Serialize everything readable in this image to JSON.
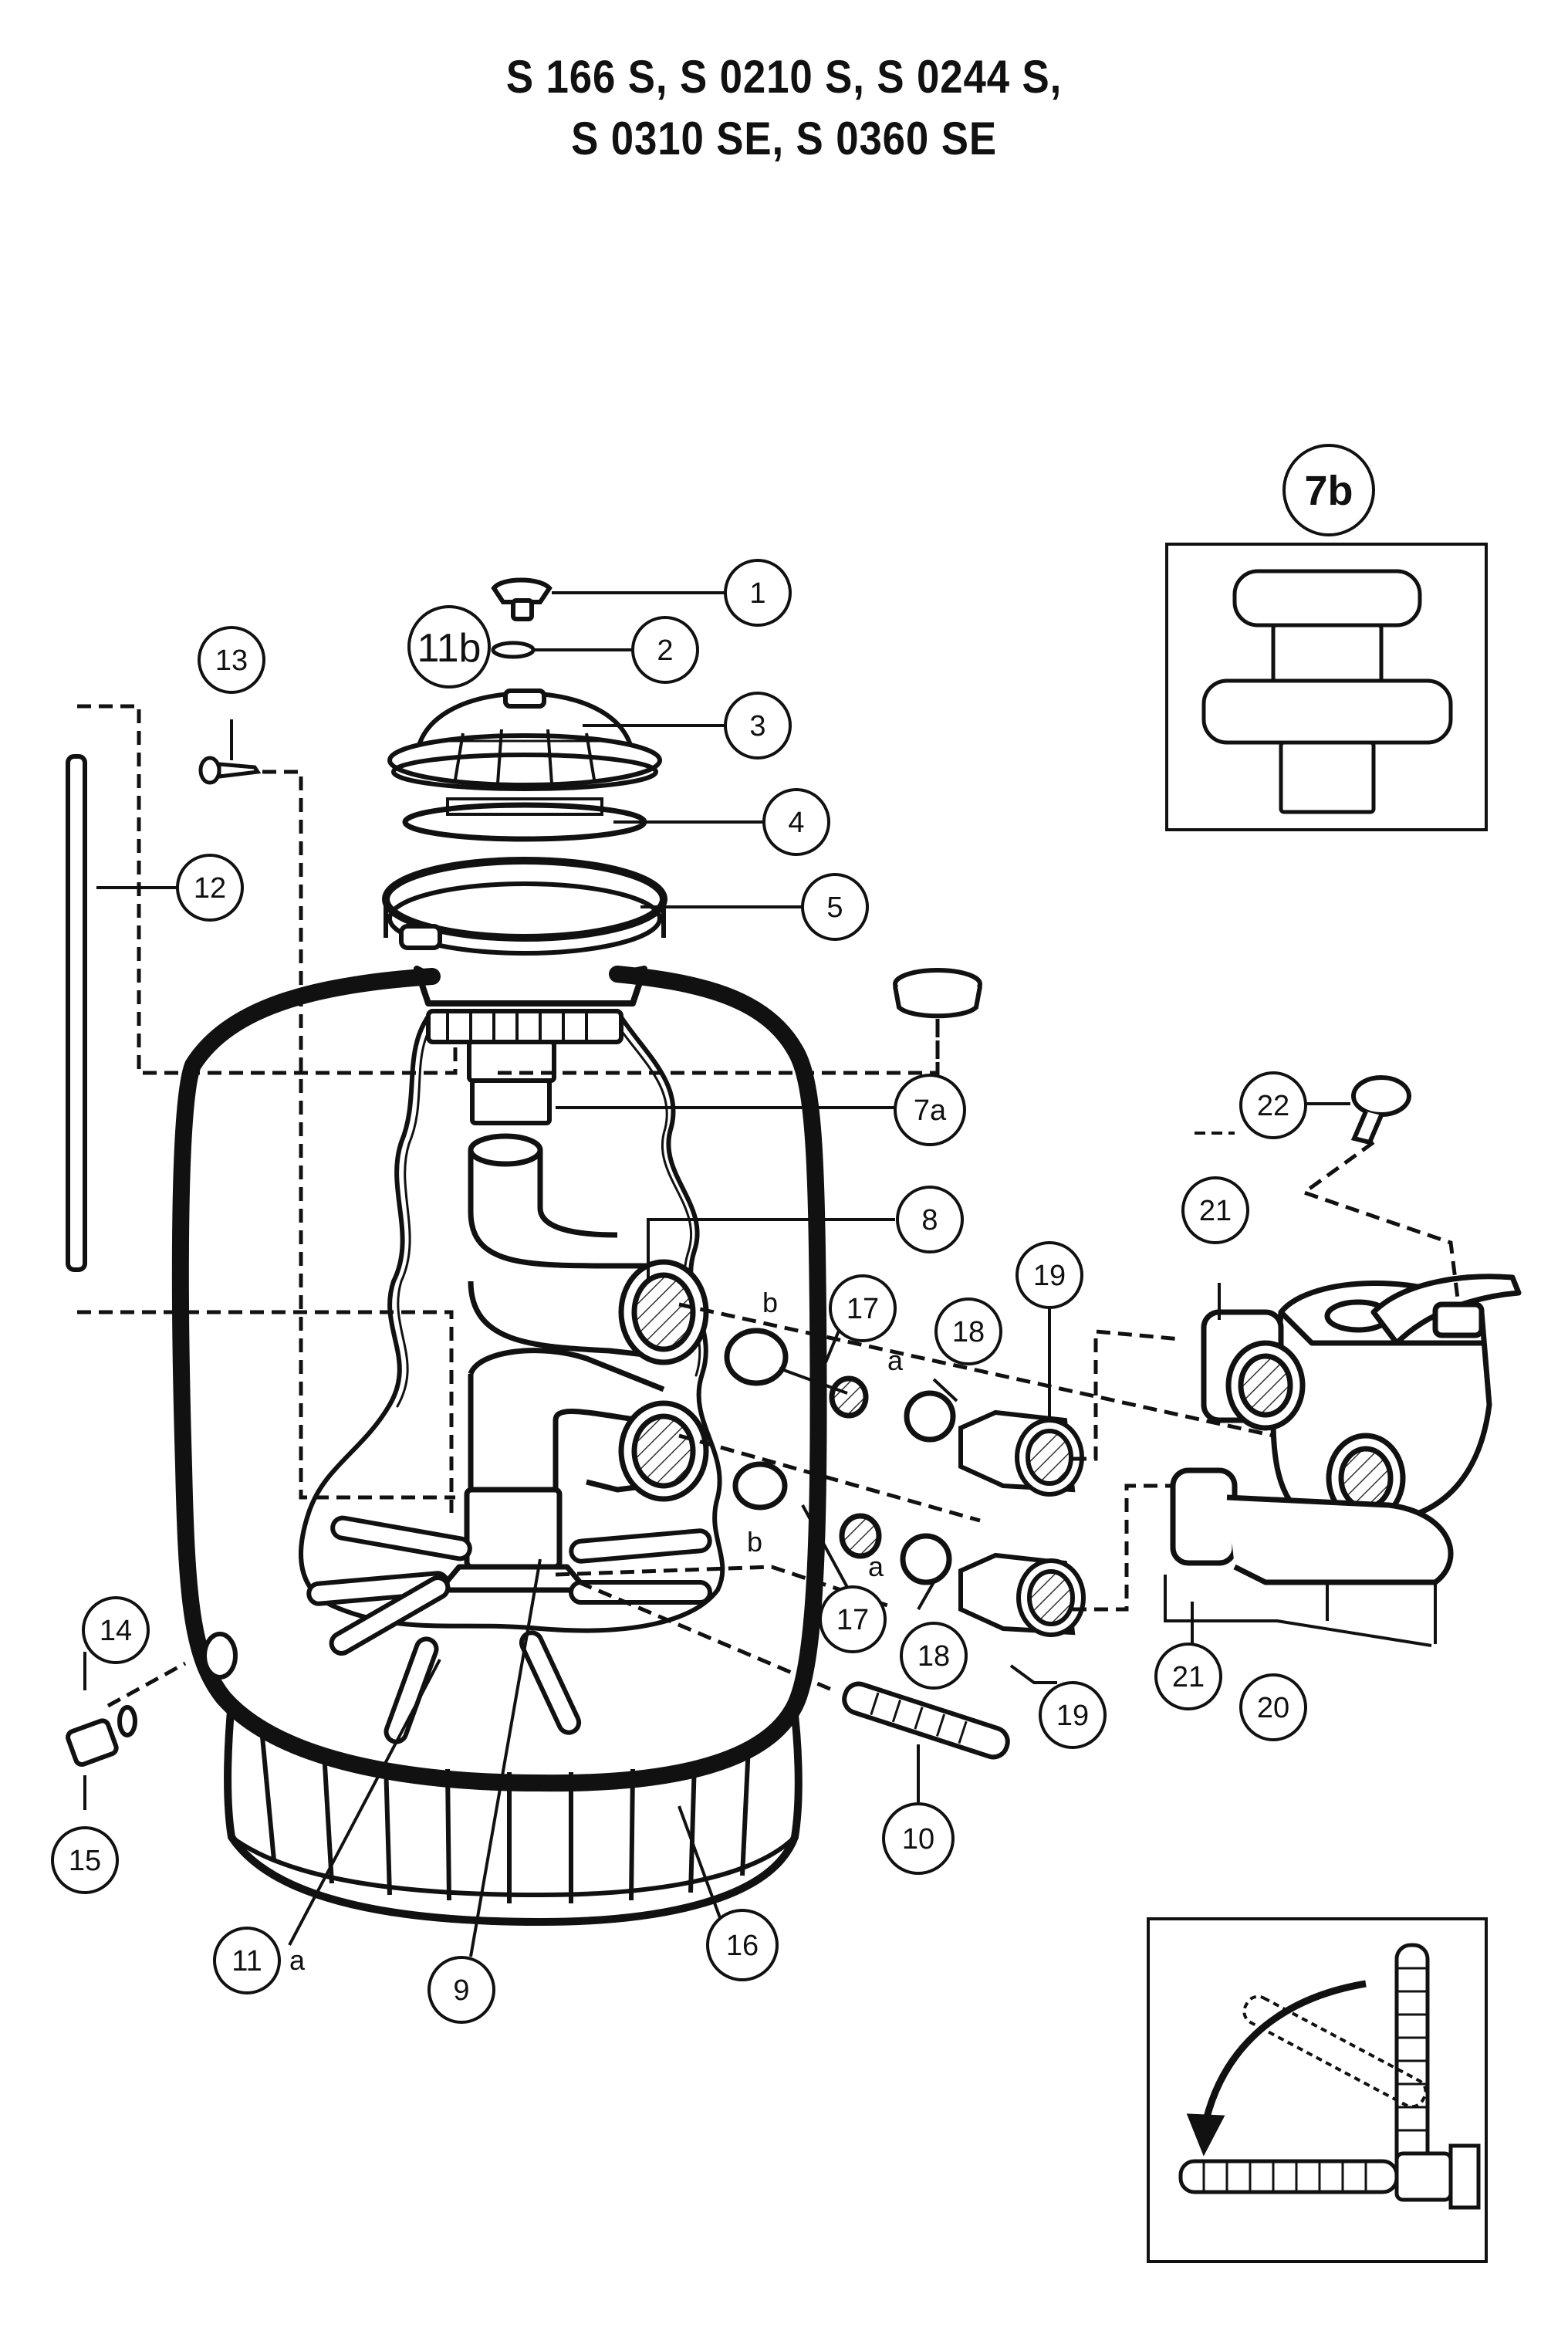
{
  "title": {
    "line1": "S 166 S, S 0210 S, S 0244 S,",
    "line2": "S 0310 SE, S 0360 SE"
  },
  "callouts": {
    "c1": "1",
    "c2": "2",
    "c3": "3",
    "c4": "4",
    "c5": "5",
    "c7a": "7a",
    "c7b": "7b",
    "c8": "8",
    "c9": "9",
    "c10": "10",
    "c11a": "11",
    "c11b": "11b",
    "c12": "12",
    "c13": "13",
    "c14": "14",
    "c15": "15",
    "c16": "16",
    "c17_top": "17",
    "c17_bottom": "17",
    "c18_top": "18",
    "c18_bottom": "18",
    "c19_top": "19",
    "c19_bottom": "19",
    "c20": "20",
    "c21_top": "21",
    "c21_bottom": "21",
    "c22": "22"
  },
  "letters": {
    "b_top": "b",
    "a_top": "a",
    "b_bottom": "b",
    "a_bottom": "a",
    "a_11": "a"
  }
}
